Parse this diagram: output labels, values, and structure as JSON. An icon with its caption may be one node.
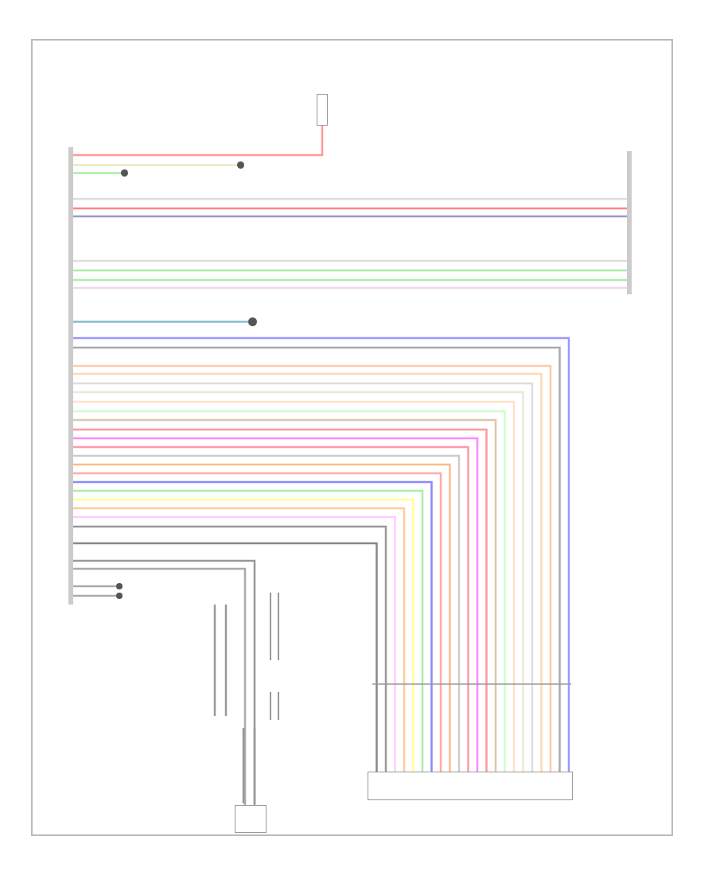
{
  "diagram": {
    "nodes": [
      {
        "text": [],
        "shape": "bar"
      },
      {
        "text": [],
        "shape": "box"
      },
      {
        "text": [],
        "shape": "bar"
      },
      {
        "text": [],
        "shape": "circle"
      },
      {
        "text": [],
        "shape": "circle"
      },
      {
        "text": [],
        "shape": "circle"
      },
      {
        "text": [],
        "shape": "box"
      },
      {
        "text": [],
        "shape": "circle"
      },
      {
        "text": [],
        "shape": "circle"
      },
      {
        "text": [],
        "shape": "box"
      }
    ],
    "edges": [
      {
        "from": 0,
        "to": 1,
        "arrow": "none",
        "color": "#ff9999"
      },
      {
        "from": 0,
        "to": 3,
        "arrow": "none",
        "color": "#eee8c0"
      },
      {
        "from": 0,
        "to": 4,
        "arrow": "none",
        "color": "#aaeeaa"
      },
      {
        "from": 0,
        "to": 2,
        "arrow": "none",
        "color": "#dddddd"
      },
      {
        "from": 0,
        "to": 2,
        "arrow": "none",
        "color": "#ff8888"
      },
      {
        "from": 0,
        "to": 2,
        "arrow": "none",
        "color": "#9999cc"
      },
      {
        "from": 0,
        "to": 2,
        "arrow": "none",
        "color": "#dddddd"
      },
      {
        "from": 0,
        "to": 2,
        "arrow": "none",
        "color": "#aaeeaa"
      },
      {
        "from": 0,
        "to": 2,
        "arrow": "none",
        "color": "#aaeeaa"
      },
      {
        "from": 0,
        "to": 2,
        "arrow": "none",
        "color": "#f0d8f0"
      },
      {
        "from": 0,
        "to": 5,
        "arrow": "none",
        "color": "#88bbcc"
      },
      {
        "from": 0,
        "to": 6,
        "arrow": "none",
        "color": "#9999ff"
      },
      {
        "from": 0,
        "to": 6,
        "arrow": "none",
        "color": "#aaaaaa"
      },
      {
        "from": 0,
        "to": 6,
        "arrow": "none",
        "color": "#ffccaa"
      },
      {
        "from": 0,
        "to": 6,
        "arrow": "none",
        "color": "#ffd9b3"
      },
      {
        "from": 0,
        "to": 6,
        "arrow": "none",
        "color": "#dddddd"
      },
      {
        "from": 0,
        "to": 6,
        "arrow": "none",
        "color": "#eee8d5"
      },
      {
        "from": 0,
        "to": 6,
        "arrow": "none",
        "color": "#ffe0cc"
      },
      {
        "from": 0,
        "to": 6,
        "arrow": "none",
        "color": "#ccffcc"
      },
      {
        "from": 0,
        "to": 6,
        "arrow": "none",
        "color": "#d9c9b0"
      },
      {
        "from": 0,
        "to": 6,
        "arrow": "none",
        "color": "#ff9999"
      },
      {
        "from": 0,
        "to": 6,
        "arrow": "none",
        "color": "#ff88ff"
      },
      {
        "from": 0,
        "to": 6,
        "arrow": "none",
        "color": "#ff99aa"
      },
      {
        "from": 0,
        "to": 6,
        "arrow": "none",
        "color": "#cccccc"
      },
      {
        "from": 0,
        "to": 6,
        "arrow": "none",
        "color": "#ffbb88"
      },
      {
        "from": 0,
        "to": 6,
        "arrow": "none",
        "color": "#ffaaaa"
      },
      {
        "from": 0,
        "to": 6,
        "arrow": "none",
        "color": "#8888ff"
      },
      {
        "from": 0,
        "to": 6,
        "arrow": "none",
        "color": "#aaeeaa"
      },
      {
        "from": 0,
        "to": 6,
        "arrow": "none",
        "color": "#ffff99"
      },
      {
        "from": 0,
        "to": 6,
        "arrow": "none",
        "color": "#ffcc99"
      },
      {
        "from": 0,
        "to": 6,
        "arrow": "none",
        "color": "#ffccff"
      },
      {
        "from": 0,
        "to": 6,
        "arrow": "none",
        "color": "#999999"
      },
      {
        "from": 0,
        "to": 6,
        "arrow": "none",
        "color": "#888888"
      },
      {
        "from": 0,
        "to": 9,
        "arrow": "none",
        "color": "#999999"
      },
      {
        "from": 0,
        "to": 9,
        "arrow": "none",
        "color": "#aaaaaa"
      },
      {
        "from": 0,
        "to": 7,
        "arrow": "none",
        "color": "#aaaaaa"
      },
      {
        "from": 0,
        "to": 8,
        "arrow": "none",
        "color": "#aaaaaa"
      }
    ]
  }
}
